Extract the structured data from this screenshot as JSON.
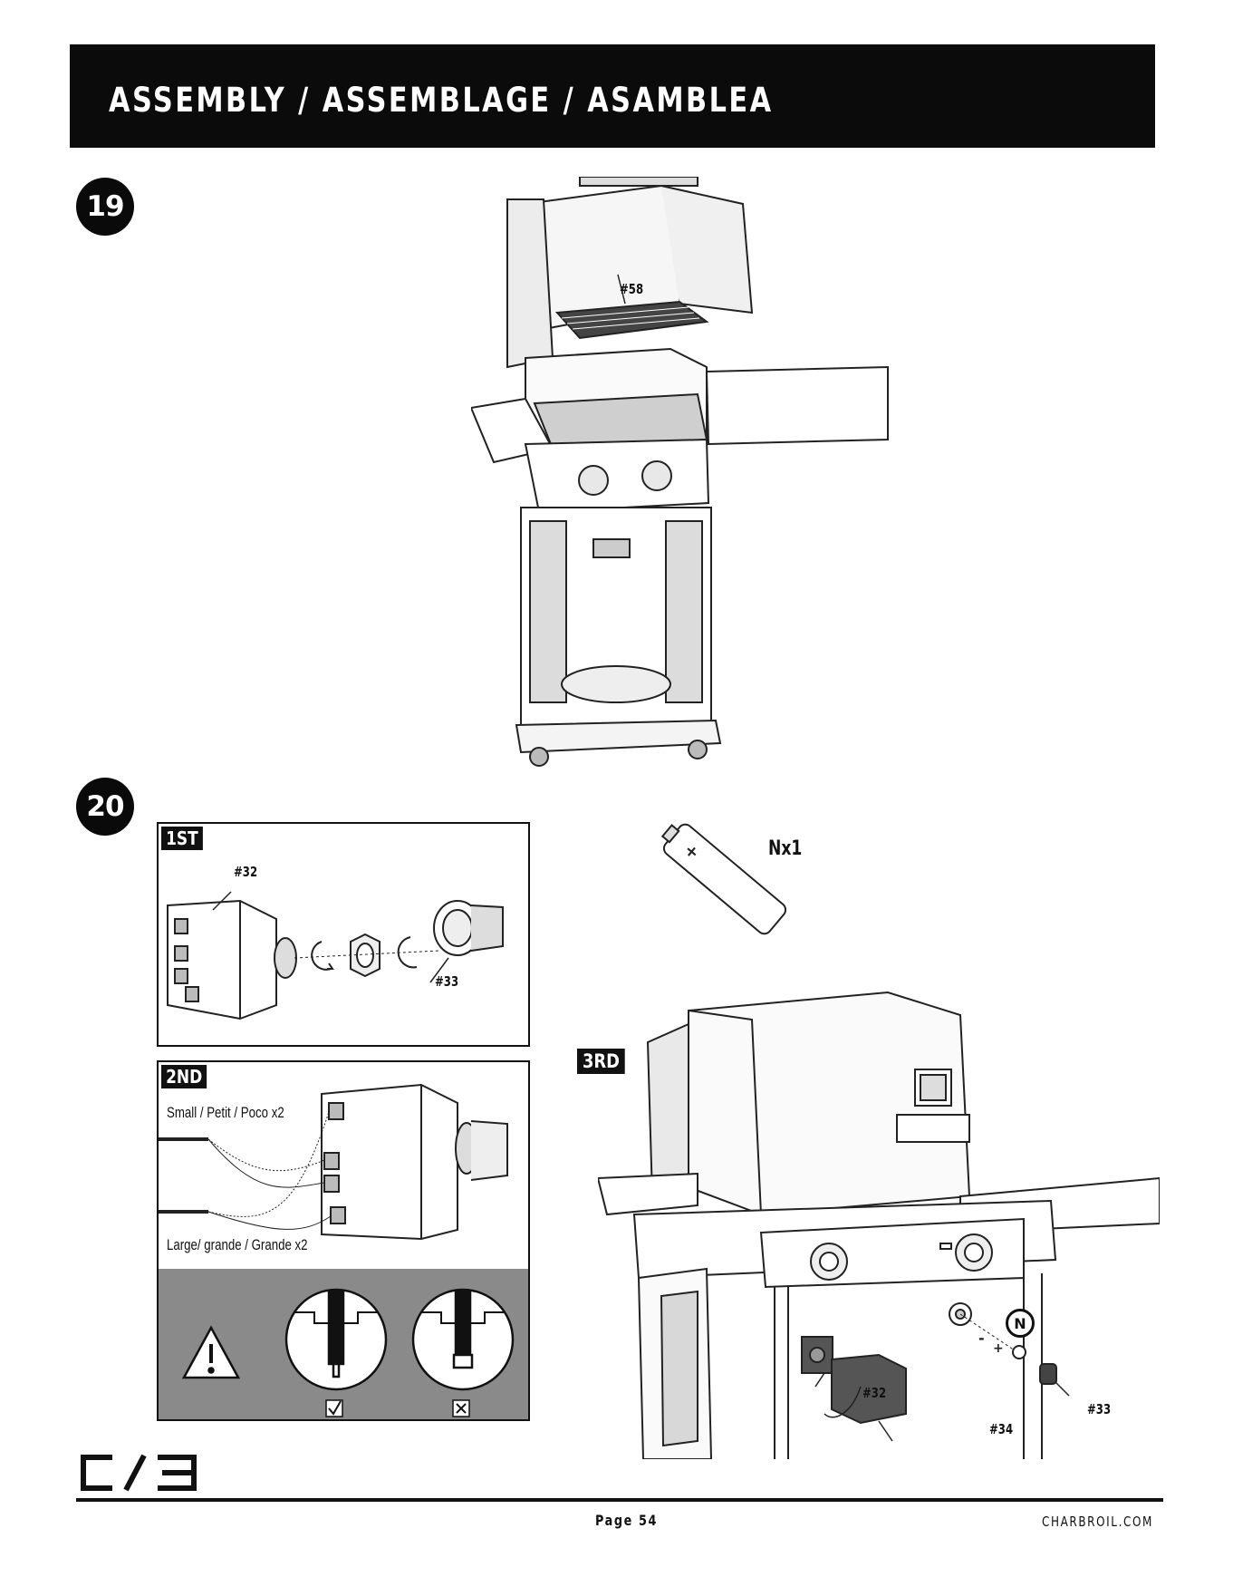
{
  "header": {
    "title": "ASSEMBLY / ASSEMBLAGE / ASAMBLEA"
  },
  "steps": [
    {
      "number": "19",
      "parts": [
        "#58"
      ]
    },
    {
      "number": "20"
    }
  ],
  "step20": {
    "battery": {
      "label": "Nx1"
    },
    "panel_1st": {
      "tag": "1ST",
      "parts": [
        "#32",
        "#33"
      ]
    },
    "panel_2nd": {
      "tag": "2ND",
      "small_wires": "Small / Petit / Poco x2",
      "large_wires": "Large/ grande / Grande x2"
    },
    "panel_3rd": {
      "tag": "3RD",
      "parts": [
        "#32",
        "#34",
        "#33"
      ],
      "badge": "N"
    }
  },
  "footer": {
    "page": "Page 54",
    "site": "CHARBROIL.COM"
  },
  "colors": {
    "ink": "#111111",
    "warn_band": "#8a8a8a"
  }
}
